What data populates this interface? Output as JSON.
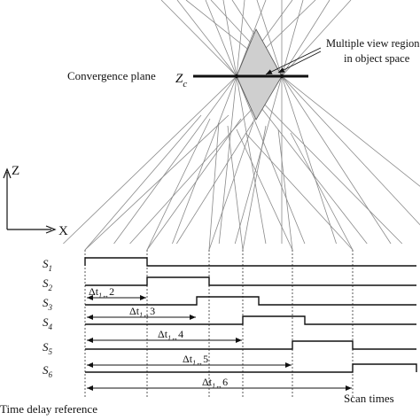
{
  "labels": {
    "convergence_plane": "Convergence plane",
    "zc_main": "Z",
    "zc_sub": "c",
    "multiple_view_line1": "Multiple view region",
    "multiple_view_line2": "in object space",
    "axis_z": "Z",
    "axis_x": "X",
    "time_delay_reference": "Time delay reference",
    "scan_times": "Scan times"
  },
  "signals": [
    {
      "name": "S",
      "index": "1"
    },
    {
      "name": "S",
      "index": "2"
    },
    {
      "name": "S",
      "index": "3"
    },
    {
      "name": "S",
      "index": "4"
    },
    {
      "name": "S",
      "index": "5"
    },
    {
      "name": "S",
      "index": "6"
    }
  ],
  "delays": [
    {
      "symbol": "Δt",
      "sub": "1↔",
      "n": "2"
    },
    {
      "symbol": "Δt",
      "sub": "1↔",
      "n": "3"
    },
    {
      "symbol": "Δt",
      "sub": "1↔",
      "n": "4"
    },
    {
      "symbol": "Δt",
      "sub": "1↔",
      "n": "5"
    },
    {
      "symbol": "Δt",
      "sub": "1↔",
      "n": "6"
    }
  ],
  "colors": {
    "ink": "#111111",
    "region_fill": "#cfcfcf",
    "ray": "#8a8a8a"
  }
}
